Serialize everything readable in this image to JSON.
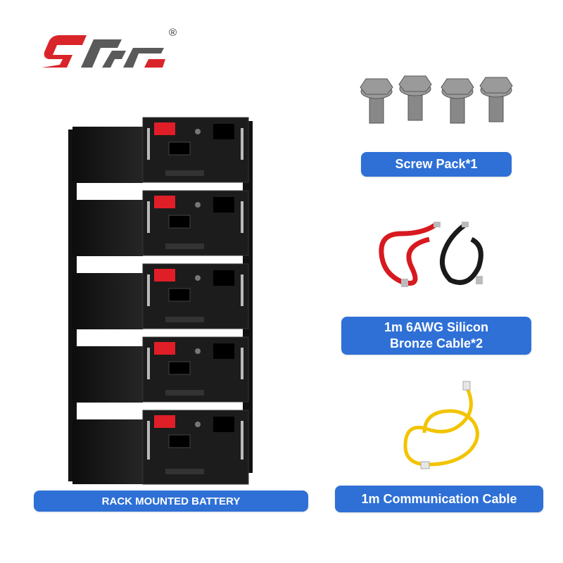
{
  "brand": {
    "logo_text": "SRNE",
    "registered_mark": "®",
    "logo_colors": {
      "red": "#d9252a",
      "gray": "#5a5a5a"
    }
  },
  "labels": {
    "rack_battery": "RACK MOUNTED BATTERY",
    "screw_pack": "Screw Pack*1",
    "bronze_cable": "1m 6AWG Silicon\nBronze Cable*2",
    "comm_cable": "1m Communication Cable"
  },
  "colors": {
    "label_background": "#2e70d6",
    "label_text": "#ffffff",
    "battery_body": "#1b1b1b",
    "terminal_red": "#e01e27",
    "red_cable": "#d71920",
    "black_cable": "#1a1a1a",
    "comm_cable": "#f2c400"
  },
  "battery_modules": 5
}
